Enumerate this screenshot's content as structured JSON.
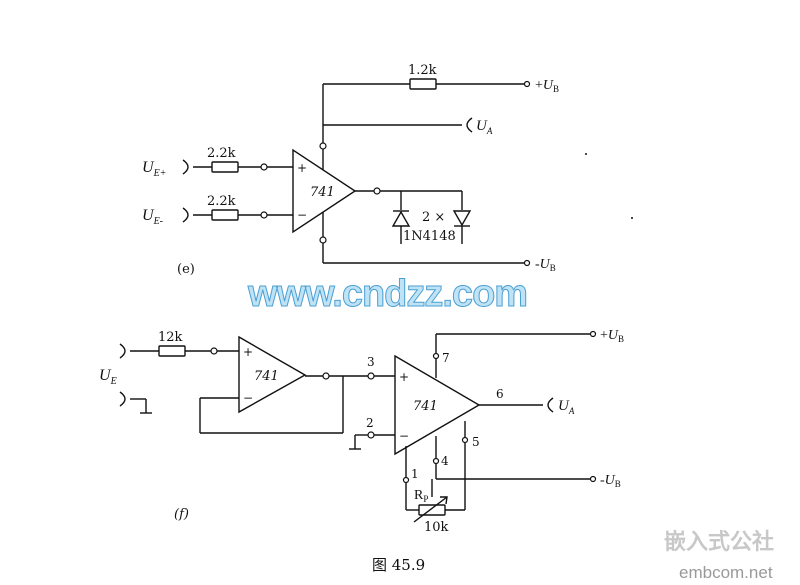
{
  "circuit_e": {
    "label": "(e)",
    "opamp": "741",
    "in_plus": {
      "name": "U",
      "sub": "E+"
    },
    "in_minus": {
      "name": "U",
      "sub": "E-"
    },
    "r_plus": "2.2k",
    "r_minus": "2.2k",
    "r_top": "1.2k",
    "supply_pos": {
      "sign": "+",
      "name": "U",
      "sub": "B"
    },
    "supply_neg": {
      "sign": "-",
      "name": "U",
      "sub": "B"
    },
    "output": {
      "name": "U",
      "sub": "A"
    },
    "diode_count": "2 ×",
    "diode_type": "1N4148",
    "plus_sign": "+",
    "minus_sign": "−"
  },
  "circuit_f": {
    "label": "(f)",
    "opamp_1": "741",
    "opamp_2": "741",
    "input": {
      "name": "U",
      "sub": "E"
    },
    "r_in": "12k",
    "supply_pos": {
      "sign": "+",
      "name": "U",
      "sub": "B"
    },
    "supply_neg": {
      "sign": "-",
      "name": "U",
      "sub": "B"
    },
    "output": {
      "name": "U",
      "sub": "A"
    },
    "pins": {
      "p3": "3",
      "p2": "2",
      "p7": "7",
      "p6": "6",
      "p5": "5",
      "p4": "4",
      "p1": "1"
    },
    "pot": {
      "name": "R",
      "sub": "P",
      "value": "10k"
    },
    "plus_sign": "+",
    "minus_sign": "−"
  },
  "figure_caption": "图 45.9",
  "watermarks": {
    "main": "www.cndzz.com",
    "corner_cn": "嵌入式公社",
    "corner_url": "embcom.net"
  }
}
